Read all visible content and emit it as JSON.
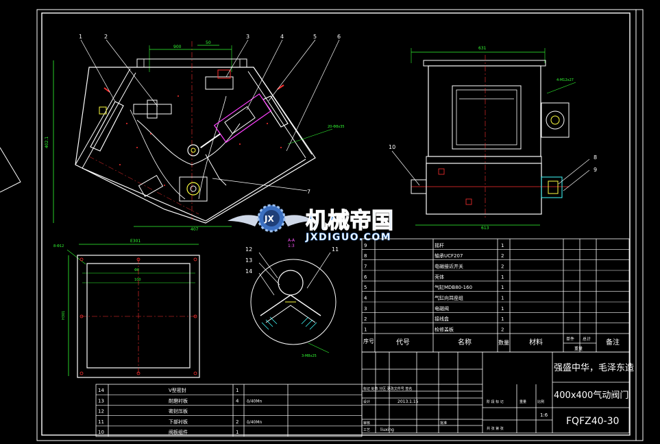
{
  "colors": {
    "background": "#000000",
    "frame": "#ffffff",
    "dim": "#33ff33",
    "body_line": "#ffffff",
    "accent_red": "#ff3030",
    "accent_magenta": "#ff40ff",
    "accent_yellow": "#ffff40",
    "accent_cyan": "#40ffff",
    "watermark_text": "#3a86e0"
  },
  "watermark": {
    "title": "机械帝国",
    "subtitle": "JXDIGUO.COM",
    "emblem_letters": "JX"
  },
  "front_view": {
    "balloons": [
      "1",
      "2",
      "3",
      "4",
      "5",
      "6",
      "7"
    ],
    "dims": [
      "900",
      "50",
      "402.1",
      "407",
      "20-Φ8x35"
    ]
  },
  "side_view": {
    "balloons": [
      "10",
      "8",
      "9"
    ],
    "dims": [
      "631",
      "613",
      "4-M12x27"
    ]
  },
  "plan_view": {
    "dims": [
      "E301",
      "8-Φ12",
      "Φ8",
      "100",
      "H301"
    ]
  },
  "detail_view": {
    "title": "A-A",
    "scale": "1:3",
    "balloons": [
      "12",
      "13",
      "14",
      "11"
    ],
    "dim": "3-M8x25"
  },
  "parts_upper": [
    {
      "no": "9",
      "name": "摇杆",
      "qty": "1"
    },
    {
      "no": "8",
      "name": "轴承UCF207",
      "qty": "2"
    },
    {
      "no": "7",
      "name": "电磁接近开关",
      "qty": "2"
    },
    {
      "no": "6",
      "name": "壳体",
      "qty": "1"
    },
    {
      "no": "5",
      "name": "气缸MDB80-160",
      "qty": "1"
    },
    {
      "no": "4",
      "name": "气缸向耳座组",
      "qty": "1"
    },
    {
      "no": "3",
      "name": "电磁阀",
      "qty": "1"
    },
    {
      "no": "2",
      "name": "接线盒",
      "qty": "1"
    },
    {
      "no": "1",
      "name": "检修盖板",
      "qty": "2"
    }
  ],
  "parts_header": {
    "no": "序号",
    "code": "代号",
    "name": "名称",
    "qty": "数量",
    "material": "材料",
    "unit": "单件",
    "total": "总计",
    "weight": "重量",
    "note": "备注"
  },
  "parts_lower": [
    {
      "no": "14",
      "name": "V型密封",
      "qty": "1",
      "spec": ""
    },
    {
      "no": "13",
      "name": "耐磨衬板",
      "qty": "4",
      "spec": "δ/40Mn"
    },
    {
      "no": "12",
      "name": "密封压板",
      "qty": "",
      "spec": ""
    },
    {
      "no": "11",
      "name": "下部衬板",
      "qty": "2",
      "spec": "δ/40Mn"
    },
    {
      "no": "10",
      "name": "阀板组件",
      "qty": "1",
      "spec": ""
    }
  ],
  "title_block": {
    "company": "强盛中华，毛泽东造",
    "product": "400x400气动阀门",
    "drawing_no": "FQFZ40-30",
    "scale": "1:6",
    "date": "2013.1.15",
    "designer": "liuxing",
    "stage_labels": "标记 处数 分区 更改文件号 签名",
    "sign_label": "设计",
    "review_label": "审核",
    "process_label": "工艺",
    "approve_label": "批准",
    "weight_label": "重量",
    "scale_label": "比例",
    "sheet_label": "共 张 第 张",
    "stage": "阶 段 标 记"
  }
}
